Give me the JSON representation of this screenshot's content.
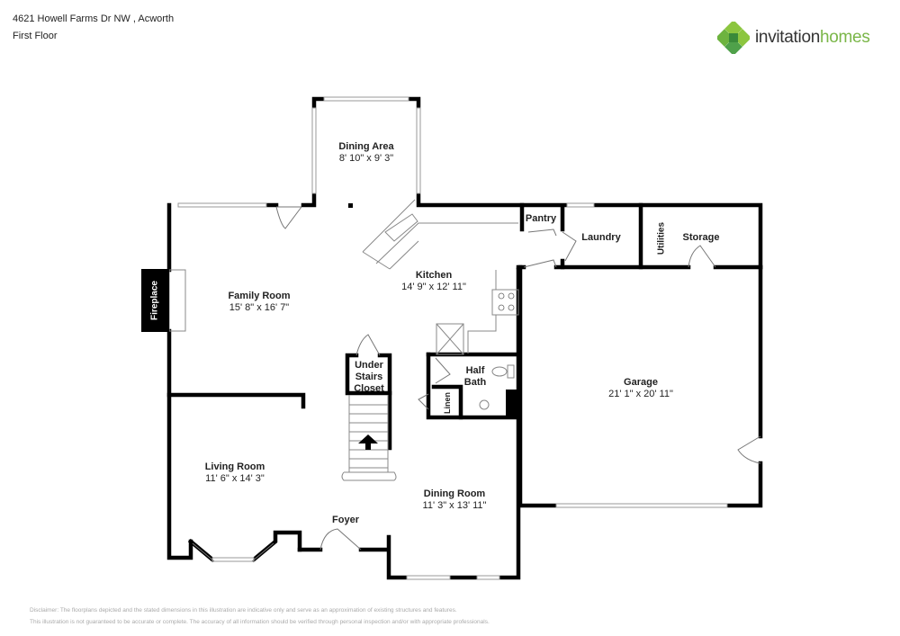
{
  "header": {
    "address": "4621 Howell Farms Dr NW , Acworth",
    "floor": "First Floor"
  },
  "brand": {
    "name_part1": "invitation",
    "name_part2": "homes",
    "colors": {
      "dark": "#333333",
      "green": "#7ab648",
      "icon_light": "#8cc63f",
      "icon_dark": "#3a8a3a"
    }
  },
  "rooms": {
    "dining_area": {
      "name": "Dining Area",
      "dims": "8' 10\" x 9' 3\""
    },
    "kitchen": {
      "name": "Kitchen",
      "dims": "14' 9\" x 12' 11\""
    },
    "pantry": {
      "name": "Pantry"
    },
    "laundry": {
      "name": "Laundry"
    },
    "utilities": {
      "name": "Utilities"
    },
    "storage": {
      "name": "Storage"
    },
    "family_room": {
      "name": "Family Room",
      "dims": "15' 8\" x 16' 7\""
    },
    "fireplace": {
      "name": "Fireplace"
    },
    "under_stairs_closet": {
      "line1": "Under",
      "line2": "Stairs",
      "line3": "Closet"
    },
    "half_bath": {
      "line1": "Half",
      "line2": "Bath"
    },
    "linen": {
      "name": "Linen"
    },
    "garage": {
      "name": "Garage",
      "dims": "21' 1\" x 20' 11\""
    },
    "living_room": {
      "name": "Living Room",
      "dims": "11' 6\" x 14' 3\""
    },
    "foyer": {
      "name": "Foyer"
    },
    "dining_room": {
      "name": "Dining Room",
      "dims": "11' 3\" x 13' 11\""
    }
  },
  "disclaimer": {
    "line1": "Disclaimer: The floorplans depicted and the stated dimensions in this illustration are indicative only and serve as an approximation of existing structures and features.",
    "line2": "This illustration is not guaranteed to be accurate or complete. The accuracy of all information should be verified through personal inspection and/or with appropriate professionals."
  }
}
